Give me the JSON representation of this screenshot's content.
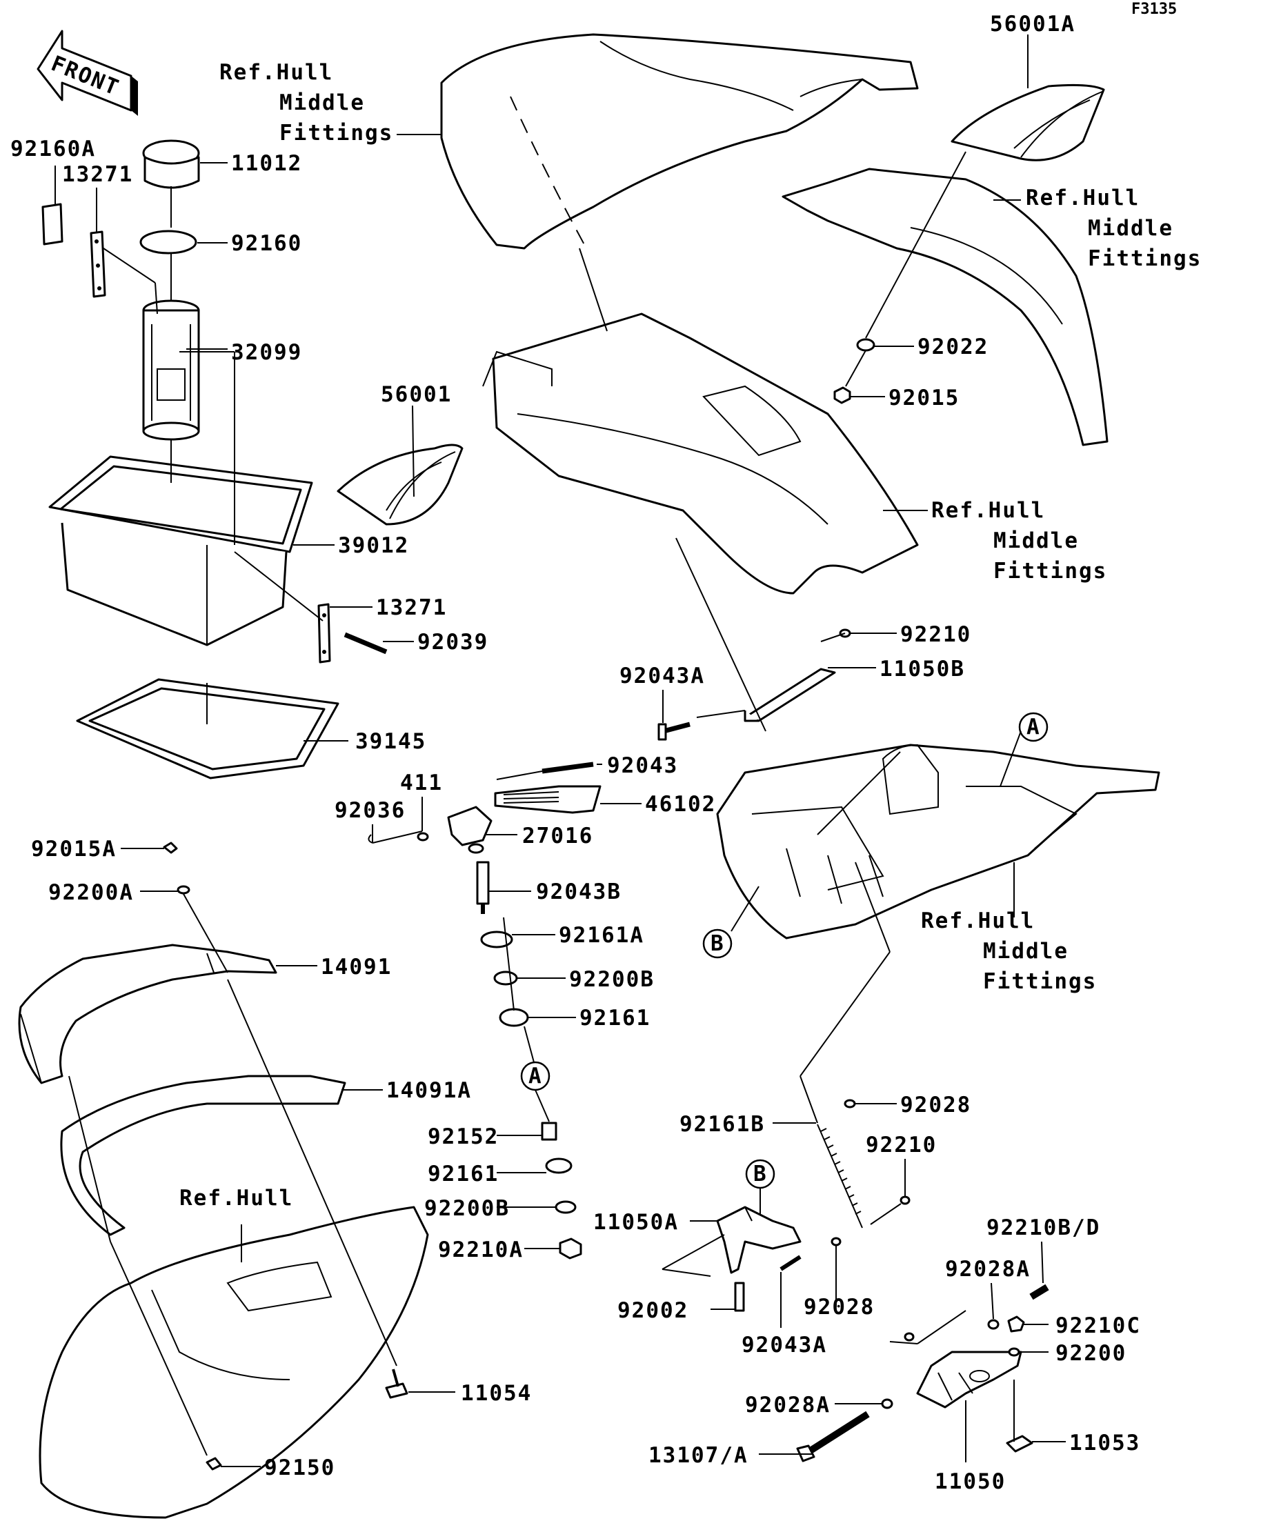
{
  "figure_code": "F3135",
  "front_arrow": "FRONT",
  "ref_hull_middle": [
    "Ref.Hull",
    "Middle",
    "Fittings"
  ],
  "ref_hull": "Ref.Hull",
  "callout_a": "A",
  "callout_b": "B",
  "parts": {
    "p56001A": "56001A",
    "p92160A": "92160A",
    "p13271a": "13271",
    "p11012": "11012",
    "p92160": "92160",
    "p32099": "32099",
    "p56001": "56001",
    "p39012": "39012",
    "p13271b": "13271",
    "p92039": "92039",
    "p39145": "39145",
    "p92022": "92022",
    "p92015": "92015",
    "p92210a": "92210",
    "p11050B": "11050B",
    "p92043Aa": "92043A",
    "p92043": "92043",
    "p411": "411",
    "p92036": "92036",
    "p46102": "46102",
    "p27016": "27016",
    "p92015A": "92015A",
    "p92200A": "92200A",
    "p92043B": "92043B",
    "p92161A": "92161A",
    "p92200Ba": "92200B",
    "p92161a": "92161",
    "p14091": "14091",
    "p14091A": "14091A",
    "p92152": "92152",
    "p92161b": "92161",
    "p92200Bb": "92200B",
    "p92210A": "92210A",
    "p11050A": "11050A",
    "p92002": "92002",
    "p92043Ab": "92043A",
    "p92028a": "92028",
    "p92161B": "92161B",
    "p92210b": "92210",
    "p92028b": "92028",
    "p92210BD": "92210B/D",
    "p92028Aa": "92028A",
    "p92210C": "92210C",
    "p92200": "92200",
    "p92028Ab": "92028A",
    "p11053": "11053",
    "p13107A": "13107/A",
    "p11050": "11050",
    "p11054": "11054",
    "p92150": "92150"
  }
}
